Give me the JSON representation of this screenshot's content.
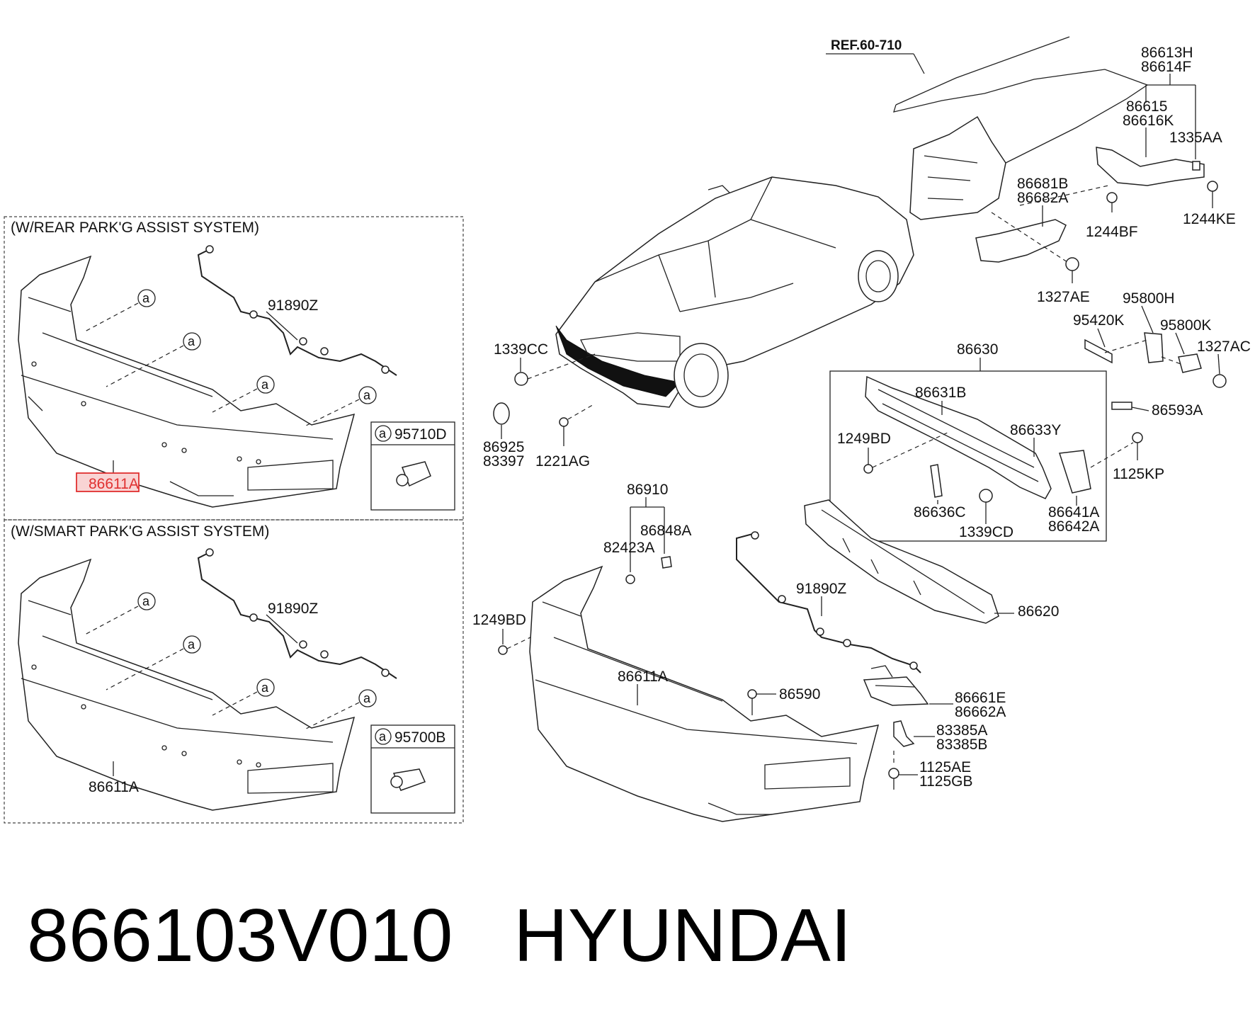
{
  "panels": {
    "rear_assist_title": "(W/REAR PARK'G ASSIST SYSTEM)",
    "smart_assist_title": "(W/SMART PARK'G ASSIST SYSTEM)"
  },
  "callouts": {
    "letter": "a",
    "sensor_rear": "95710D",
    "sensor_smart": "95700B"
  },
  "reference": "REF.60-710",
  "highlighted_part": "86611A",
  "labels": {
    "p86613H": "86613H",
    "p86614F": "86614F",
    "p86615": "86615",
    "p86616K": "86616K",
    "p1335AA": "1335AA",
    "p86681B": "86681B",
    "p86682A": "86682A",
    "p1244BF": "1244BF",
    "p1244KE": "1244KE",
    "p1327AE": "1327AE",
    "p95800H": "95800H",
    "p95420K": "95420K",
    "p95800K": "95800K",
    "p1327AC": "1327AC",
    "p86630": "86630",
    "p86631B": "86631B",
    "p86593A": "86593A",
    "p1249BD_a": "1249BD",
    "p86633Y": "86633Y",
    "p1125KP": "1125KP",
    "p86636C": "86636C",
    "p1339CD": "1339CD",
    "p86641A": "86641A",
    "p86642A": "86642A",
    "p86620": "86620",
    "p1339CC": "1339CC",
    "p86925": "86925",
    "p83397": "83397",
    "p1221AG": "1221AG",
    "p86910": "86910",
    "p86848A": "86848A",
    "p82423A": "82423A",
    "p1249BD_b": "1249BD",
    "p91890Z_main": "91890Z",
    "p86611A_main": "86611A",
    "p86590": "86590",
    "p86661E": "86661E",
    "p86662A": "86662A",
    "p83385A": "83385A",
    "p83385B": "83385B",
    "p1125AE": "1125AE",
    "p1125GB": "1125GB",
    "p91890Z_top": "91890Z",
    "p91890Z_bottom": "91890Z",
    "p86611A_bottom": "86611A"
  },
  "footer": {
    "part_number": "866103V010",
    "brand": "HYUNDAI"
  },
  "colors": {
    "highlight": "#e03030",
    "highlight_fill": "#f9d4d4"
  }
}
